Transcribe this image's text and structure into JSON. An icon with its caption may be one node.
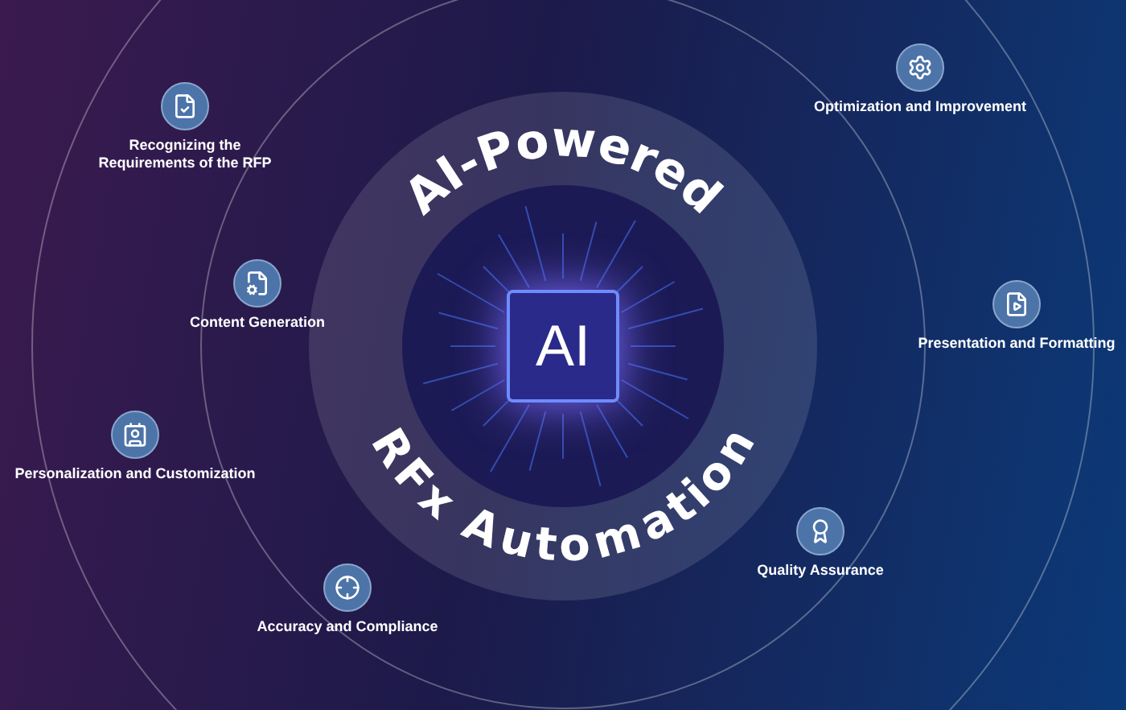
{
  "diagram": {
    "nodes": [
      {
        "text": [
          "AI"
        ]
      },
      {
        "text": [
          "Optimization and Improvement"
        ]
      },
      {
        "text": [
          "Recognizing the Requirements of the RFP"
        ]
      },
      {
        "text": [
          "Content Generation"
        ]
      },
      {
        "text": [
          "Presentation and Formatting"
        ]
      },
      {
        "text": [
          "Personalization and Customization"
        ]
      },
      {
        "text": [
          "Quality Assurance"
        ]
      },
      {
        "text": [
          "Accuracy and Compliance"
        ]
      }
    ],
    "labels": [
      "AI-Powered",
      "RFx Automation"
    ]
  }
}
